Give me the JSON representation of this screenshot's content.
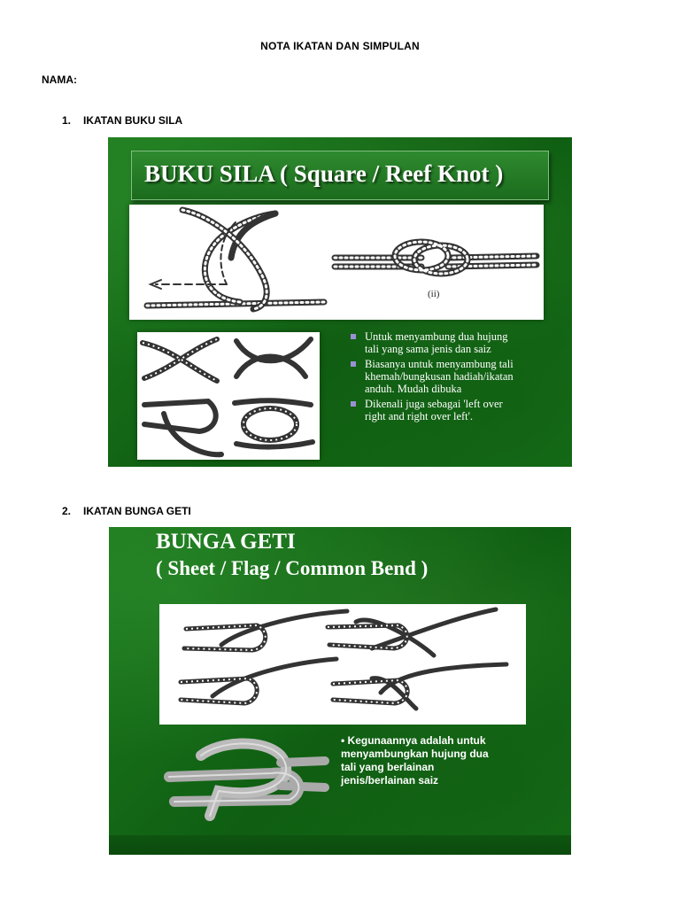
{
  "document": {
    "title": "NOTA IKATAN DAN SIMPULAN",
    "name_label": "NAMA:"
  },
  "sections": [
    {
      "number": "1.",
      "heading": "IKATAN BUKU SILA",
      "slide": {
        "title": "BUKU SILA  ( Square / Reef Knot )",
        "figure_label": "(ii)",
        "bullets": [
          [
            "Untuk menyambung dua hujung",
            "tali yang sama jenis dan saiz"
          ],
          [
            "Biasanya untuk menyambung tali",
            "khemah/bungkusan hadiah/ikatan",
            "anduh. Mudah dibuka"
          ],
          [
            "Dikenali juga sebagai 'left over",
            "right and right over left'."
          ]
        ],
        "bullet_color": "#9b8fd6"
      }
    },
    {
      "number": "2.",
      "heading": "IKATAN BUNGA GETI",
      "slide": {
        "title_line1": "BUNGA GETI",
        "title_line2": "( Sheet / Flag / Common Bend )",
        "bullet_lines": [
          "• Kegunaannya adalah untuk",
          "menyambungkan hujung dua",
          "tali yang berlainan",
          "jenis/berlainan saiz"
        ]
      }
    }
  ],
  "colors": {
    "slide_green": "#137016",
    "slide_dark_green": "#0b4a0d",
    "text_white": "#ffffff"
  }
}
